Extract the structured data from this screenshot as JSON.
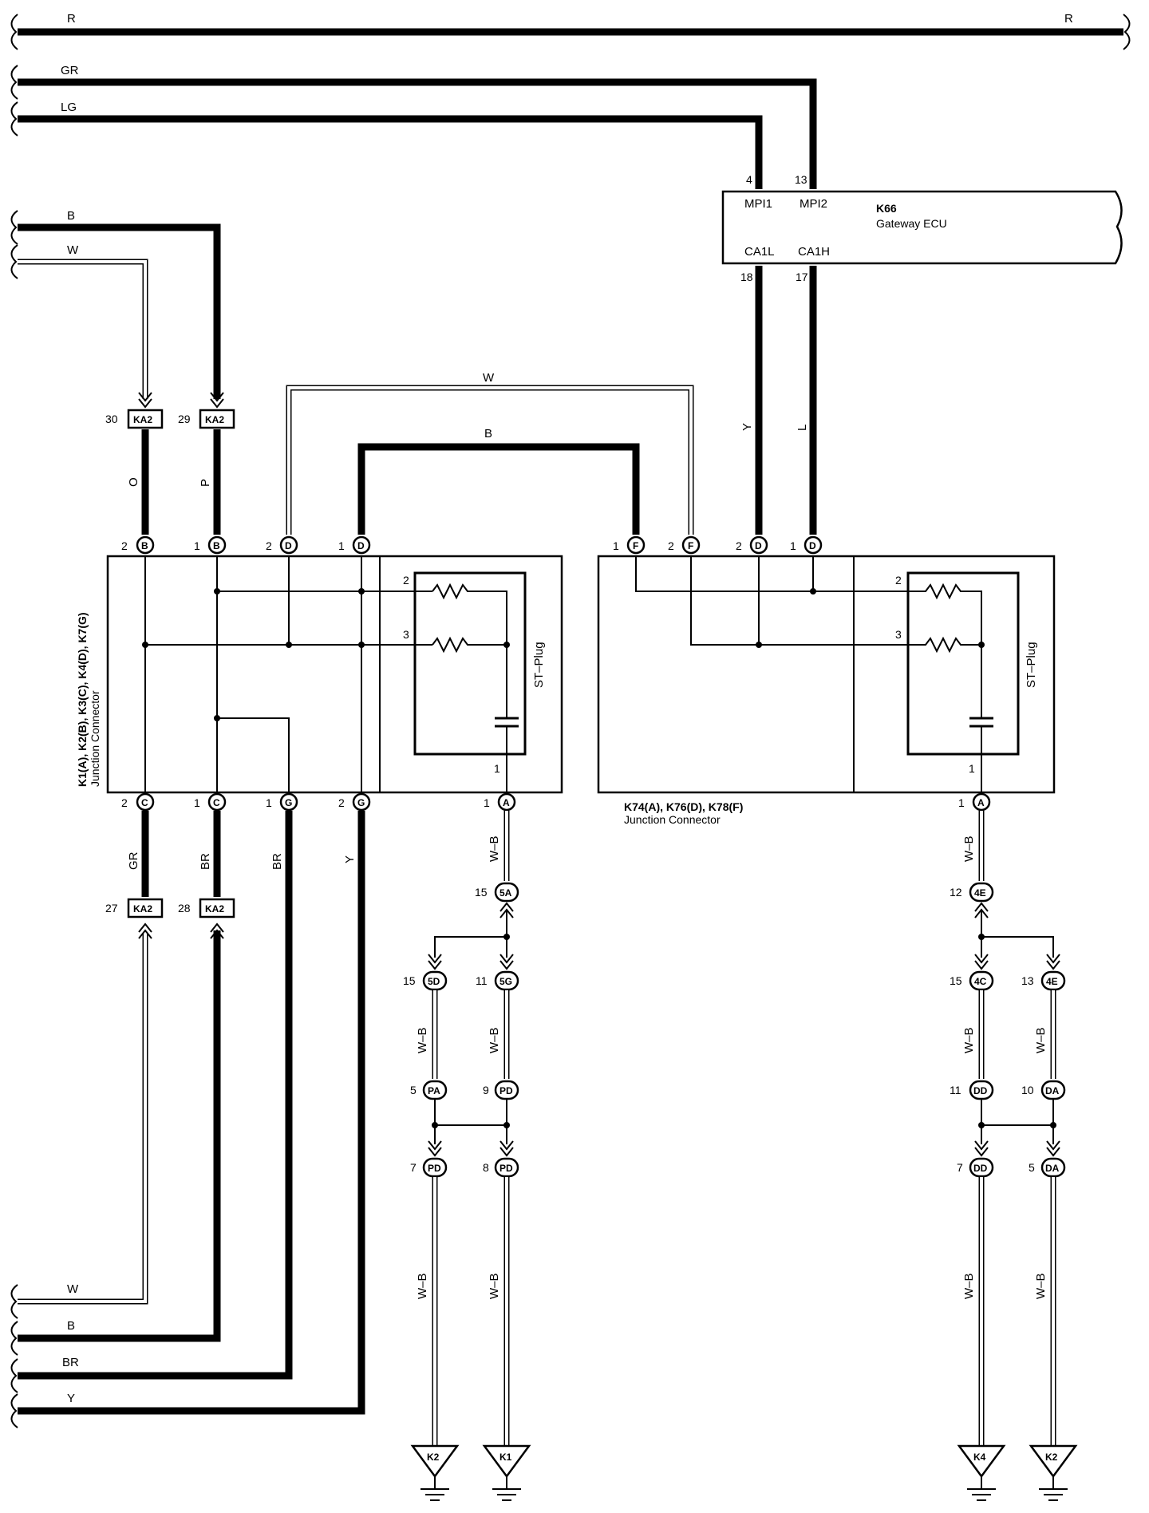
{
  "wires": {
    "top_r": "R",
    "top_gr": "GR",
    "top_lg": "LG",
    "left_b_top": "B",
    "left_w_top": "W",
    "bridge_w": "W",
    "bridge_b": "B",
    "vert_o": "O",
    "vert_p": "P",
    "vert_y_ecu": "Y",
    "vert_l_ecu": "L",
    "vert_gr": "GR",
    "vert_br_c": "BR",
    "vert_br_g": "BR",
    "vert_y_g": "Y",
    "bot_w": "W",
    "bot_b": "B",
    "bot_br": "BR",
    "bot_y": "Y",
    "wb": "W–B"
  },
  "ecu": {
    "name": "K66",
    "desc": "Gateway ECU",
    "pins": {
      "mpi1": "MPI1",
      "mpi2": "MPI2",
      "ca1l": "CA1L",
      "ca1h": "CA1H",
      "n4": "4",
      "n13": "13",
      "n18": "18",
      "n17": "17"
    }
  },
  "jc_left": {
    "name": "K1(A), K2(B), K3(C), K4(D), K7(G)",
    "desc": "Junction Connector",
    "plug": "ST–Plug"
  },
  "jc_right": {
    "name": "K74(A), K76(D), K78(F)",
    "desc": "Junction Connector",
    "plug": "ST–Plug"
  },
  "connectors": {
    "ka2": "KA2",
    "c5A": "5A",
    "c5D": "5D",
    "c5G": "5G",
    "cPA": "PA",
    "cPD": "PD",
    "cDD": "DD",
    "cDA": "DA",
    "c4E": "4E",
    "c4C": "4C"
  },
  "pins": {
    "n1": "1",
    "n2": "2",
    "n3": "3",
    "n5": "5",
    "n7": "7",
    "n8": "8",
    "n9": "9",
    "n10": "10",
    "n11": "11",
    "n12": "12",
    "n13": "13",
    "n15": "15",
    "n27": "27",
    "n28": "28",
    "n29": "29",
    "n30": "30",
    "A": "A",
    "B": "B",
    "C": "C",
    "D": "D",
    "F": "F",
    "G": "G"
  },
  "grounds": {
    "k2a": "K2",
    "k1": "K1",
    "k4": "K4",
    "k2b": "K2"
  }
}
